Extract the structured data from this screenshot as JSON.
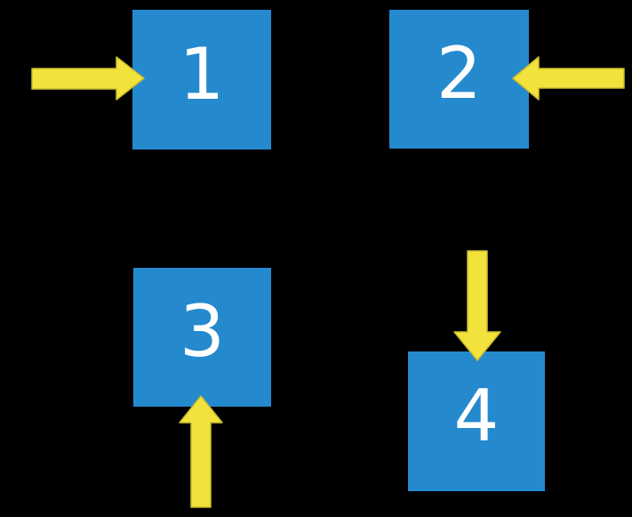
{
  "diagram": {
    "description": "Four numbered blue squares on a black background, each with a yellow arrow pointing at it from a different side",
    "background_color": "#000000",
    "square_color": "#2589CE",
    "arrow_color": "#F2E23C",
    "arrow_outline_color": "#C9BC2E",
    "label_color": "#FFFFFF",
    "squares": [
      {
        "label": "1",
        "position": "top-left",
        "arrow_direction": "arrow points right into left side"
      },
      {
        "label": "2",
        "position": "top-right",
        "arrow_direction": "arrow points left into right side"
      },
      {
        "label": "3",
        "position": "bottom-left",
        "arrow_direction": "arrow points up into bottom side"
      },
      {
        "label": "4",
        "position": "bottom-right",
        "arrow_direction": "arrow points down into top side"
      }
    ]
  }
}
